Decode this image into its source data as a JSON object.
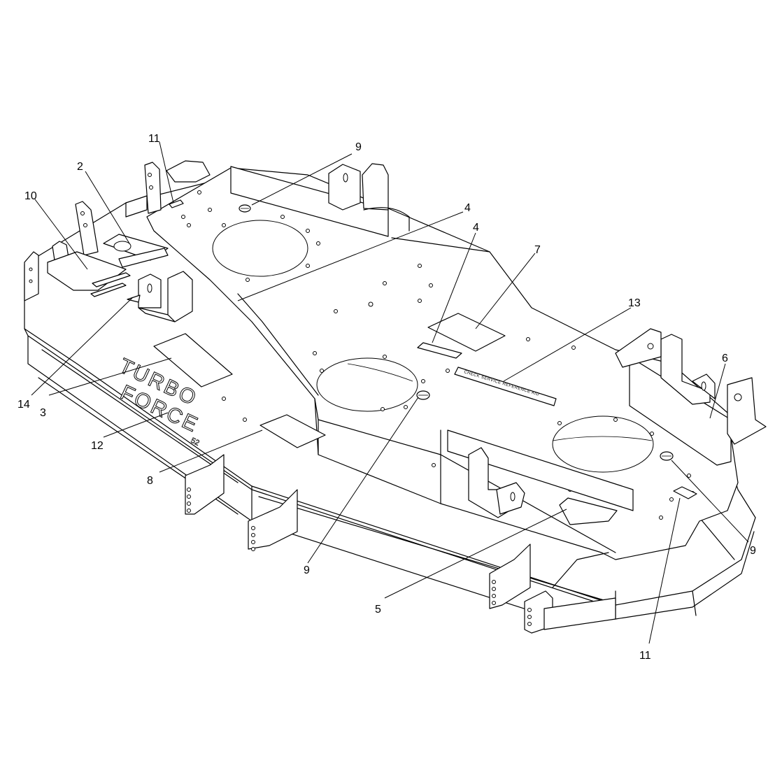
{
  "diagram": {
    "deck_branding": {
      "line1": "TURBO",
      "line2": "FORCE",
      "size": "52"
    },
    "service_decal": {
      "text": "CHECK SERVICE REFERENCE AID"
    },
    "callouts": [
      {
        "id": "c-11-top",
        "label": "11"
      },
      {
        "id": "c-9-top",
        "label": "9"
      },
      {
        "id": "c-2",
        "label": "2"
      },
      {
        "id": "c-10",
        "label": "10"
      },
      {
        "id": "c-4-a",
        "label": "4"
      },
      {
        "id": "c-4-b",
        "label": "4"
      },
      {
        "id": "c-7",
        "label": "7"
      },
      {
        "id": "c-13",
        "label": "13"
      },
      {
        "id": "c-6",
        "label": "6"
      },
      {
        "id": "c-14",
        "label": "14"
      },
      {
        "id": "c-3",
        "label": "3"
      },
      {
        "id": "c-12",
        "label": "12"
      },
      {
        "id": "c-8",
        "label": "8"
      },
      {
        "id": "c-9-mid",
        "label": "9"
      },
      {
        "id": "c-5",
        "label": "5"
      },
      {
        "id": "c-9-right",
        "label": "9"
      },
      {
        "id": "c-11-bottom",
        "label": "11"
      }
    ]
  }
}
